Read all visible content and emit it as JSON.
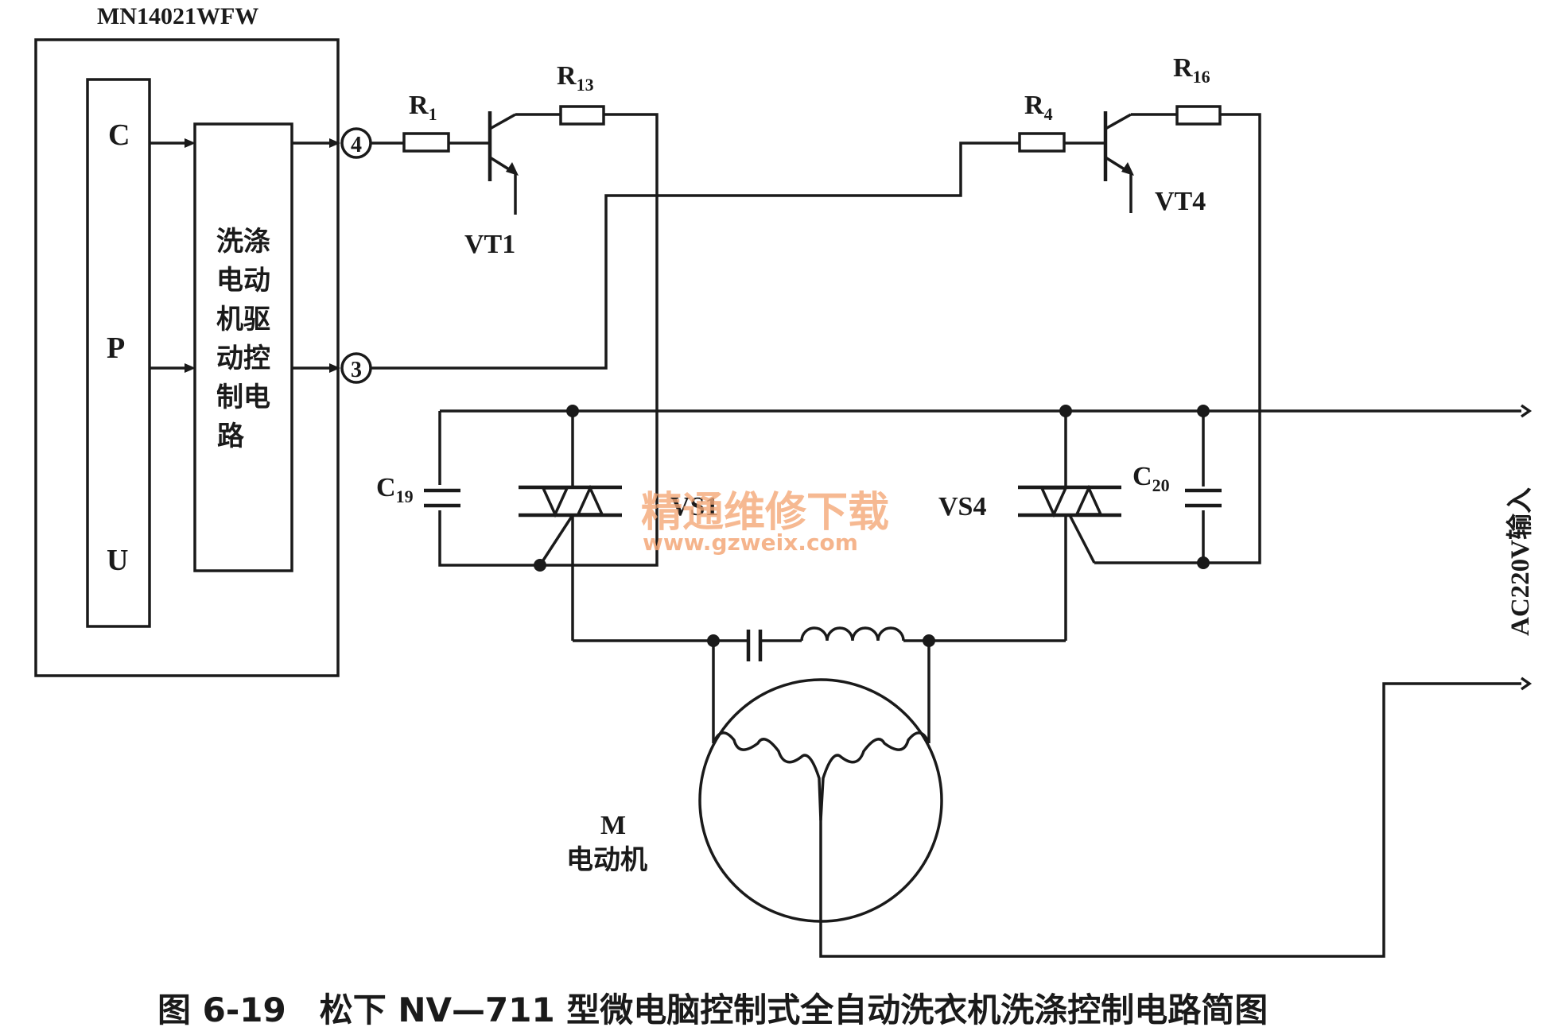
{
  "chip_label": "MN14021WFW",
  "cpu": {
    "letters": [
      "C",
      "P",
      "U"
    ]
  },
  "driver_block": {
    "lines": [
      "洗涤",
      "电动",
      "机驱",
      "动控",
      "制电",
      "路"
    ]
  },
  "pins": {
    "pin4": "4",
    "pin3": "3"
  },
  "components": {
    "r1": {
      "main": "R",
      "sub": "1"
    },
    "r13": {
      "main": "R",
      "sub": "13"
    },
    "r4": {
      "main": "R",
      "sub": "4"
    },
    "r16": {
      "main": "R",
      "sub": "16"
    },
    "vt1": "VT1",
    "vt4": "VT4",
    "c19": {
      "main": "C",
      "sub": "19"
    },
    "c20": {
      "main": "C",
      "sub": "20"
    },
    "vs1": "VS1",
    "vs4": "VS4"
  },
  "motor": {
    "symbol": "M",
    "name": "电动机"
  },
  "input_label": "AC220V输入",
  "watermark": {
    "title": "精通维修下载",
    "url": "www.gzweix.com"
  },
  "caption": "图 6-19　松下 NV—711 型微电脑控制式全自动洗衣机洗涤控制电路简图"
}
